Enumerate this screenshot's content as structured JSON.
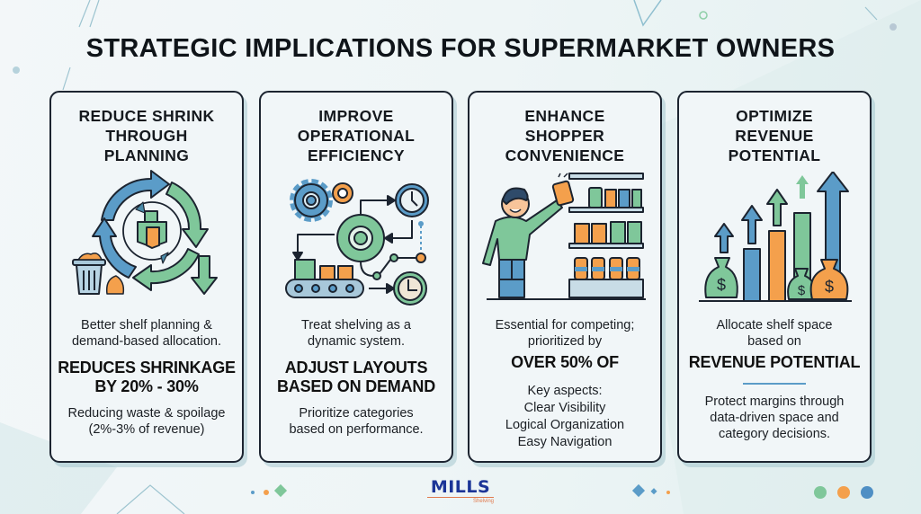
{
  "title": "STRATEGIC IMPLICATIONS FOR SUPERMARKET OWNERS",
  "colors": {
    "blue": "#5b9cc8",
    "green": "#7fc79a",
    "orange": "#f4a04c",
    "outline": "#1c2430",
    "logo_blue": "#1c3597",
    "logo_orange": "#e07a4e"
  },
  "cards": [
    {
      "title_lines": [
        "REDUCE SHRINK",
        "THROUGH",
        "PLANNING"
      ],
      "icon": "recycle-cycle-icon",
      "desc_lines": [
        "Better shelf planning &",
        "demand-based allocation."
      ],
      "highlight_lines": [
        "REDUCES SHRINKAGE",
        "BY 20% - 30%"
      ],
      "sub_lines": [
        "Reducing waste & spoilage",
        "(2%-3% of revenue)"
      ]
    },
    {
      "title_lines": [
        "IMPROVE",
        "OPERATIONAL",
        "EFFICIENCY"
      ],
      "icon": "gears-workflow-icon",
      "desc_lines": [
        "Treat shelving as a",
        "dynamic system."
      ],
      "highlight_lines": [
        "ADJUST LAYOUTS",
        "BASED ON DEMAND"
      ],
      "sub_lines": [
        "Prioritize categories",
        "based on performance."
      ]
    },
    {
      "title_lines": [
        "ENHANCE",
        "SHOPPER",
        "CONVENIENCE"
      ],
      "icon": "shopper-shelf-icon",
      "desc_lines": [
        "Essential for competing;",
        "prioritized by"
      ],
      "highlight_lines": [
        "OVER 50% OF"
      ],
      "sub_lines": [
        "Key aspects:",
        "Clear Visibility",
        "Logical Organization",
        "Easy Navigation"
      ]
    },
    {
      "title_lines": [
        "OPTIMIZE",
        "REVENUE",
        "POTENTIAL"
      ],
      "icon": "revenue-growth-icon",
      "desc_lines": [
        "Allocate shelf space",
        "based on"
      ],
      "highlight_lines": [
        "REVENUE POTENTIAL"
      ],
      "sub_lines": [
        "Protect margins through",
        "data-driven space and",
        "category decisions."
      ]
    }
  ],
  "footer": {
    "logo_text": "MILLS",
    "logo_subtext": "Shelving"
  }
}
